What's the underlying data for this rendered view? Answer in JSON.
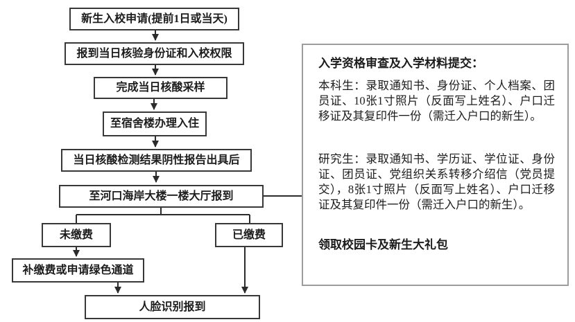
{
  "flowchart": {
    "nodes": [
      {
        "id": "entry-application",
        "label": "新生入校申请(提前1日或当天)"
      },
      {
        "id": "identity-check",
        "label": "报到当日核验身份证和入校权限"
      },
      {
        "id": "nucleic-sampling",
        "label": "完成当日核酸采样"
      },
      {
        "id": "dorm-checkin",
        "label": "至宿舍楼办理入住"
      },
      {
        "id": "negative-report",
        "label": "当日核酸检测结果阴性报告出具后"
      },
      {
        "id": "hall-register",
        "label": "至河口海岸大楼一楼大厅报到"
      },
      {
        "id": "unpaid",
        "label": "未缴费"
      },
      {
        "id": "paid",
        "label": "已缴费"
      },
      {
        "id": "makeup-payment",
        "label": "补缴费或申请绿色通道"
      },
      {
        "id": "face-recognition",
        "label": "人脸识别报到"
      }
    ]
  },
  "panel": {
    "title": "入学资格审查及入学材料提交：",
    "undergraduate": "本科生：录取通知书、身份证、个人档案、团员证、10张1寸照片（反面写上姓名）、户口迁移证及其复印件一份（需迁入户口的新生）。",
    "graduate": "研究生：录取通知书、学历证、学位证、身份证、团员证、党组织关系转移介绍信（党员提交），8张1寸照片（反面写上姓名）、户口迁移证及其复印件一份（需迁入户口的新生）。",
    "footer": "领取校园卡及新生大礼包"
  },
  "colors": {
    "line": "#2b2b2b",
    "box_border": "#383838",
    "text": "#1c1c1c",
    "panel_border": "#9c9c9c",
    "background": "#ffffff"
  }
}
